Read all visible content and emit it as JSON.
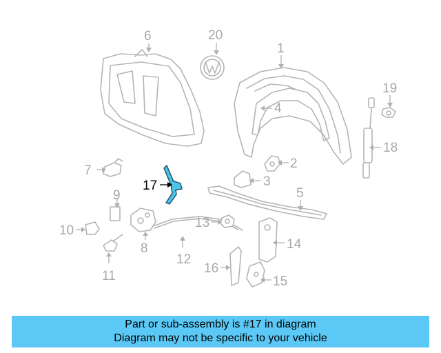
{
  "diagram": {
    "callouts": [
      "1",
      "2",
      "3",
      "4",
      "5",
      "6",
      "7",
      "8",
      "9",
      "10",
      "11",
      "12",
      "13",
      "14",
      "15",
      "16",
      "17",
      "18",
      "19",
      "20"
    ],
    "highlighted_part": "17",
    "highlight_color": "#4dc3e8",
    "callout_color": "#a8a8a8"
  },
  "banner": {
    "line1": "Part or sub-assembly is #17 in diagram",
    "line2": "Diagram may not be specific to your vehicle",
    "background": "#5bc8f5"
  }
}
